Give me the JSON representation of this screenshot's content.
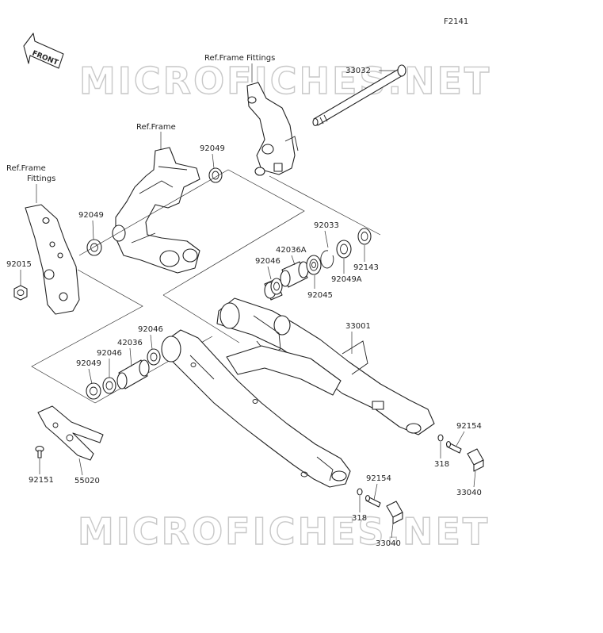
{
  "figure_code": "F2141",
  "watermark": "MICROFICHES.NET",
  "front_badge": "FRONT",
  "labels": {
    "ref_frame_fittings_top": "Ref.Frame Fittings",
    "ref_frame": "Ref.Frame",
    "ref_frame_fittings_left_1": "Ref.Frame",
    "ref_frame_fittings_left_2": "Fittings",
    "p33032": "33032",
    "p92049_a": "92049",
    "p92049_b": "92049",
    "p92049_c": "92049",
    "p92015": "92015",
    "p92033": "92033",
    "p42036A": "42036A",
    "p92046_a": "92046",
    "p92046_b": "92046",
    "p92046_c": "92046",
    "p92143": "92143",
    "p92049A": "92049A",
    "p92045": "92045",
    "p33001": "33001",
    "p42036": "42036",
    "p92154_a": "92154",
    "p92154_b": "92154",
    "p318_a": "318",
    "p318_b": "318",
    "p33040_a": "33040",
    "p33040_b": "33040",
    "p92151": "92151",
    "p55020": "55020"
  }
}
